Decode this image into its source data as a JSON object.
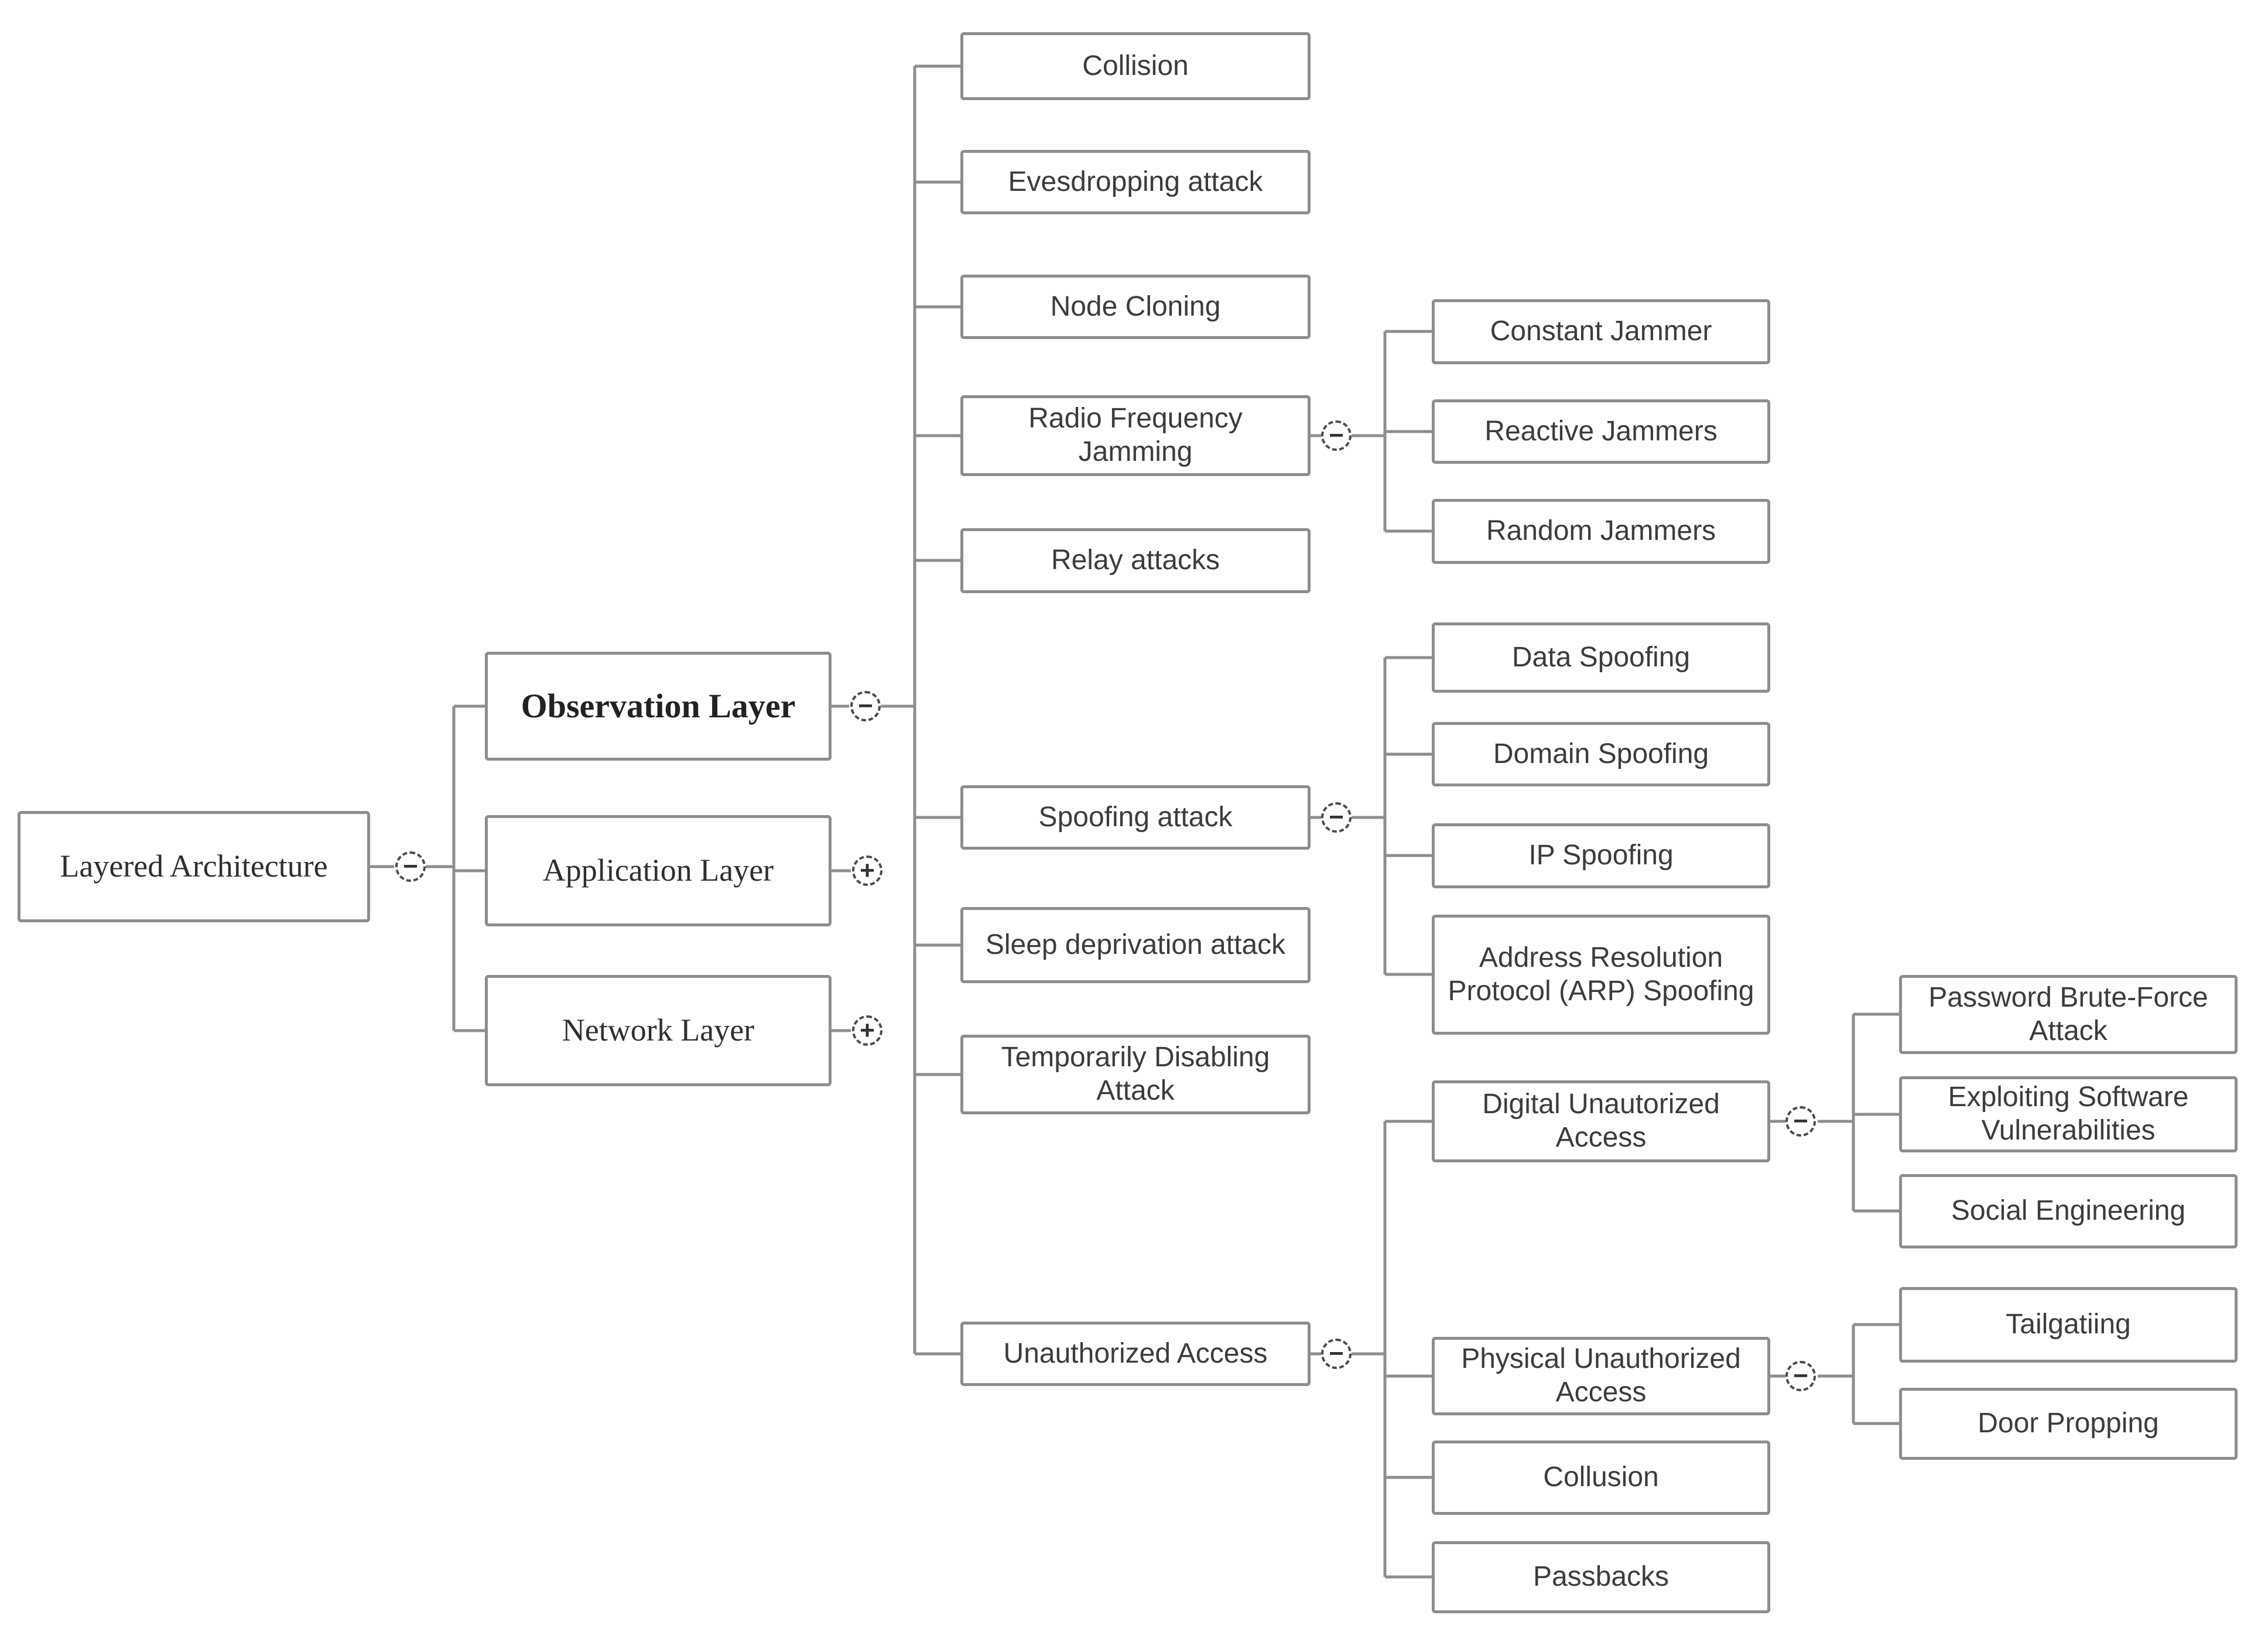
{
  "diagram": {
    "title": "Layered Architecture attack tree",
    "colors": {
      "box_border": "#8d8d8d",
      "connector": "#8d8d8d",
      "text": "#3c3c3c"
    },
    "root": {
      "label": "Layered Architecture",
      "toggle": "−"
    },
    "layers": [
      {
        "label": "Observation Layer",
        "toggle": "−"
      },
      {
        "label": "Application Layer",
        "toggle": "+"
      },
      {
        "label": "Network Layer",
        "toggle": "+"
      }
    ],
    "observation_children": [
      {
        "label": "Collision"
      },
      {
        "label": "Evesdropping attack"
      },
      {
        "label": "Node Cloning"
      },
      {
        "label": "Radio Frequency Jamming",
        "toggle": "−"
      },
      {
        "label": "Relay attacks"
      },
      {
        "label": "Spoofing attack",
        "toggle": "−"
      },
      {
        "label": "Sleep deprivation attack"
      },
      {
        "label": "Temporarily Disabling Attack"
      },
      {
        "label": "Unauthorized Access",
        "toggle": "−"
      }
    ],
    "jamming_children": [
      {
        "label": "Constant Jammer"
      },
      {
        "label": "Reactive Jammers"
      },
      {
        "label": "Random Jammers"
      }
    ],
    "spoofing_children": [
      {
        "label": "Data Spoofing"
      },
      {
        "label": "Domain Spoofing"
      },
      {
        "label": "IP Spoofing"
      },
      {
        "label": "Address Resolution Protocol (ARP) Spoofing"
      }
    ],
    "unauthorized_children": [
      {
        "label": "Digital Unautorized Access",
        "toggle": "−"
      },
      {
        "label": "Physical Unauthorized Access",
        "toggle": "−"
      },
      {
        "label": "Collusion"
      },
      {
        "label": "Passbacks"
      }
    ],
    "digital_children": [
      {
        "label": "Password Brute-Force Attack"
      },
      {
        "label": "Exploiting Software Vulnerabilities"
      },
      {
        "label": "Social Engineering"
      }
    ],
    "physical_children": [
      {
        "label": "Tailgatiing"
      },
      {
        "label": "Door Propping"
      }
    ]
  }
}
